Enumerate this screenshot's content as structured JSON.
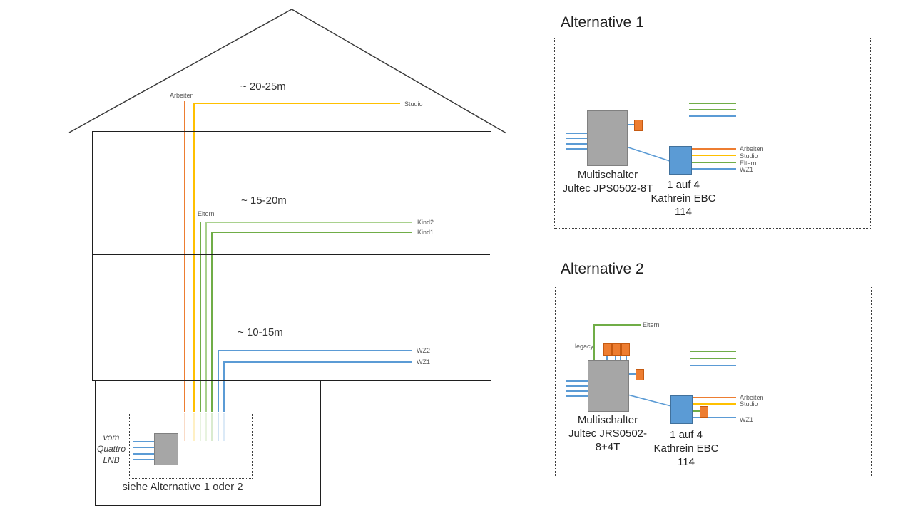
{
  "house": {
    "attic_length": "~ 20-25m",
    "middle_length": "~ 15-20m",
    "lower_length": "~ 10-15m",
    "labels": {
      "arbeiten": "Arbeiten",
      "studio": "Studio",
      "eltern": "Eltern",
      "kind2": "Kind2",
      "kind1": "Kind1",
      "wz2": "WZ2",
      "wz1": "WZ1"
    },
    "lnb": {
      "line1": "vom",
      "line2": "Quattro",
      "line3": "LNB"
    },
    "caption": "siehe Alternative 1 oder 2"
  },
  "alt1": {
    "title": "Alternative 1",
    "multiswitch": {
      "line1": "Multischalter",
      "line2": "Jultec JPS0502-8T"
    },
    "splitter": {
      "line1": "1 auf 4",
      "line2": "Kathrein EBC",
      "line3": "114"
    },
    "outputs": {
      "arbeiten": "Arbeiten",
      "studio": "Studio",
      "eltern": "Eltern",
      "wz1": "WZ1"
    }
  },
  "alt2": {
    "title": "Alternative 2",
    "legacy": "legacy",
    "eltern": "Eltern",
    "multiswitch": {
      "line1": "Multischalter",
      "line2": "Jultec JRS0502-",
      "line3": "8+4T"
    },
    "splitter": {
      "line1": "1 auf 4",
      "line2": "Kathrein EBC",
      "line3": "114"
    },
    "outputs": {
      "arbeiten": "Arbeiten",
      "studio": "Studio",
      "wz1": "WZ1"
    }
  },
  "colors": {
    "cable_orange": "#ED7D31",
    "cable_yellow": "#FFC000",
    "cable_green": "#70AD47",
    "cable_green_light": "#A9D18E",
    "cable_blue": "#5B9BD5",
    "cable_blue_light": "#9DC3E6",
    "device_gray": "#A6A6A6",
    "splitter_blue": "#5B9BD5",
    "connector_orange": "#ED7D31",
    "outline_black": "#1f1f1f"
  }
}
